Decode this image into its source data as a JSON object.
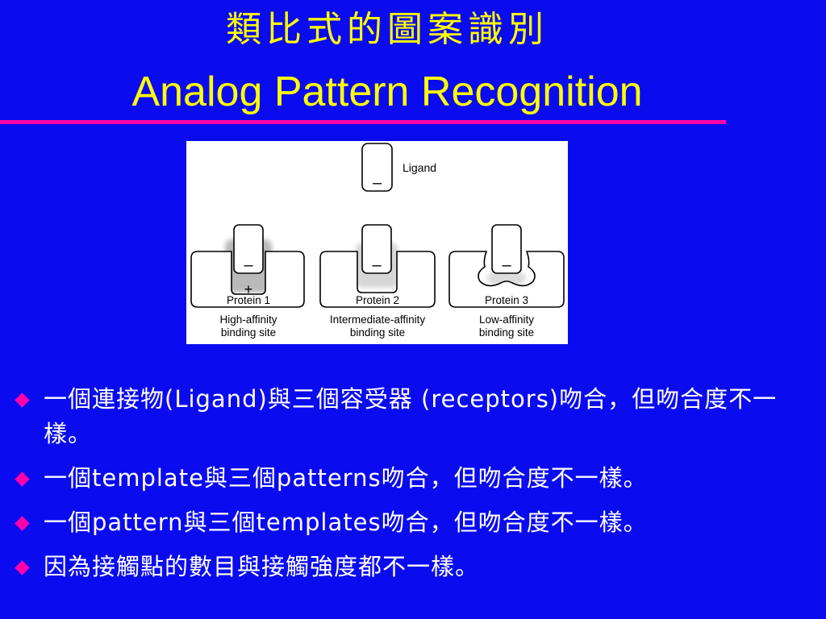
{
  "slide": {
    "title_zh": "類比式的圖案識別",
    "title_en": "Analog Pattern Recognition"
  },
  "figure": {
    "ligand_label": "Ligand",
    "ligand_charge": "–",
    "proteins": [
      {
        "name": "Protein 1",
        "charge": "–",
        "site_charge": "+",
        "site_line1": "High-affinity",
        "site_line2": "binding site"
      },
      {
        "name": "Protein 2",
        "charge": "–",
        "site_line1": "Intermediate-affinity",
        "site_line2": "binding site"
      },
      {
        "name": "Protein 3",
        "charge": "–",
        "site_line1": "Low-affinity",
        "site_line2": "binding site"
      }
    ]
  },
  "bullets": [
    {
      "text": "一個連接物(Ligand)與三個容受器 (receptors)吻合，但吻合度不一樣。"
    },
    {
      "text": "一個template與三個patterns吻合，但吻合度不一樣。"
    },
    {
      "text": "一個pattern與三個templates吻合，但吻合度不一樣。"
    },
    {
      "text": "因為接觸點的數目與接觸強度都不一樣。"
    }
  ],
  "colors": {
    "background": "#0b0bf0",
    "title": "#ffff00",
    "rule": "#ff00aa",
    "bullet_marker": "#ff00aa",
    "text": "#ffffff"
  }
}
